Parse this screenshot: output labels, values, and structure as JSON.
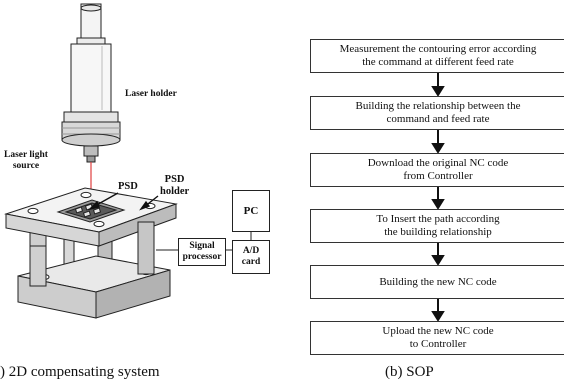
{
  "left_panel": {
    "labels": {
      "laser_holder": "Laser holder",
      "laser_light_source": [
        "Laser light",
        "source"
      ],
      "psd": "PSD",
      "psd_holder": [
        "PSD",
        "holder"
      ],
      "pc": "PC",
      "ad_card": [
        "A/D",
        "card"
      ],
      "signal_processor": [
        "Signal",
        "processor"
      ]
    },
    "caption": ") 2D compensating system"
  },
  "right_panel": {
    "steps": [
      [
        "Measurement the contouring error according",
        "the command at different feed rate"
      ],
      [
        "Building the relationship between the",
        "command and feed rate"
      ],
      [
        "Download the original NC code",
        "from Controller"
      ],
      [
        "To Insert the path according",
        "the building relationship"
      ],
      [
        "Building the new NC code"
      ],
      [
        "Upload the new NC code",
        "to Controller"
      ]
    ],
    "caption": "(b) SOP"
  }
}
